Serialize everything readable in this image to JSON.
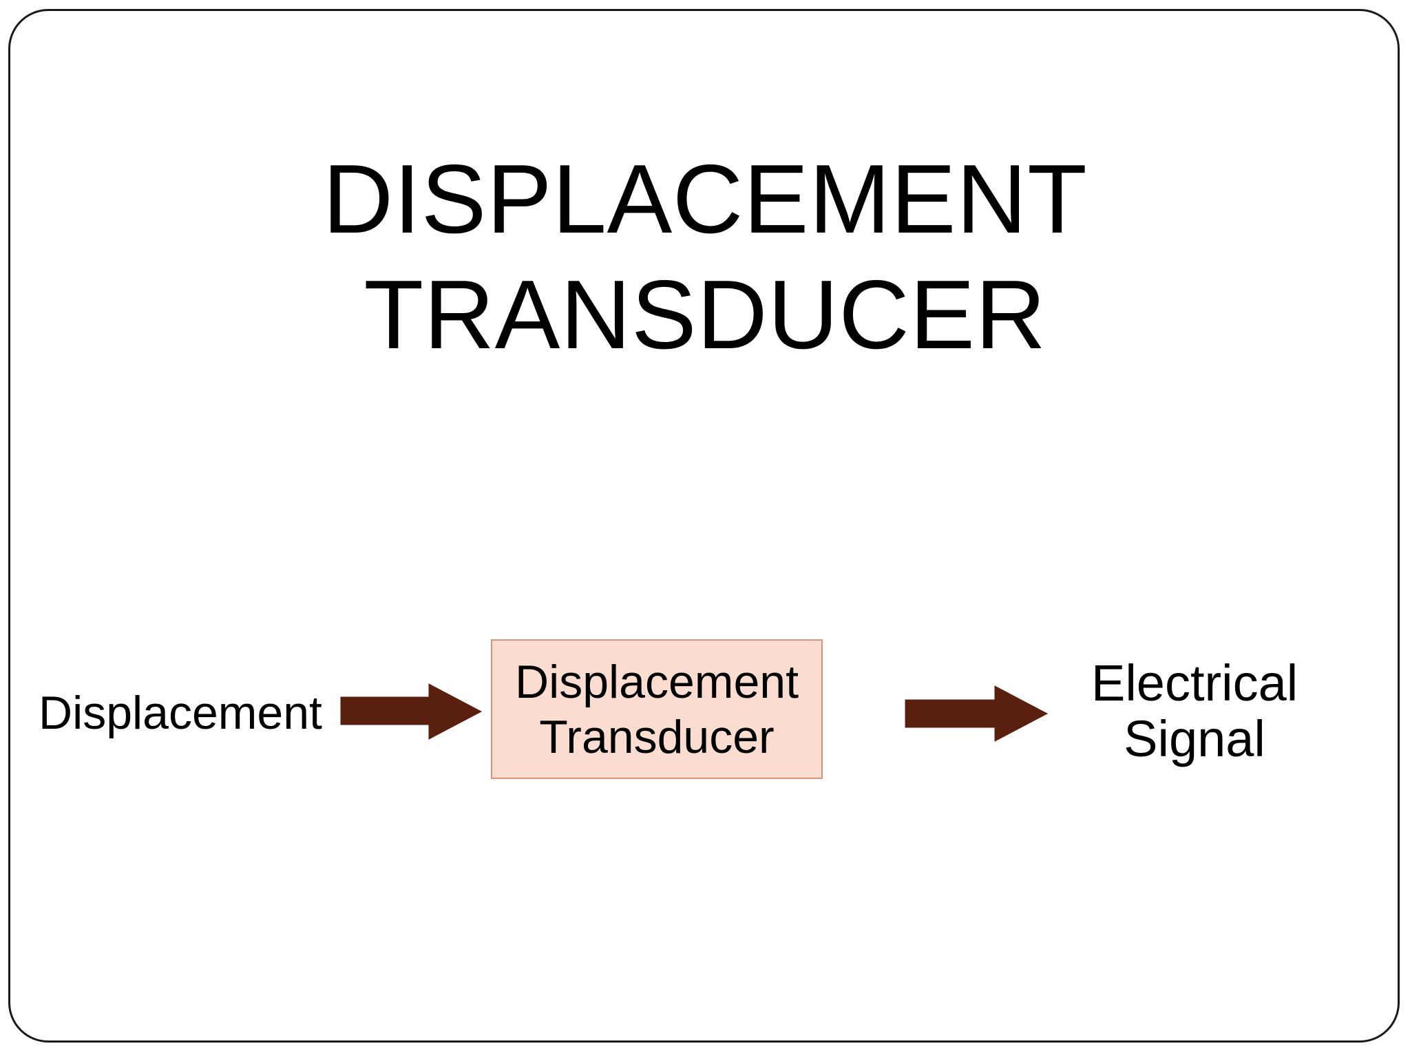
{
  "slide": {
    "title": "DISPLACEMENT\nTRANSDUCER",
    "frame_border_color": "#1a1a1a",
    "background_color": "#ffffff"
  },
  "diagram": {
    "type": "block-flow",
    "input_label": "Displacement",
    "process_box": {
      "label": "Displacement\nTransducer",
      "fill_color": "#fadcd0",
      "border_color": "#d9937c"
    },
    "output_label": "Electrical\nSignal",
    "arrows": [
      {
        "name": "arrow-input-to-box",
        "direction": "right",
        "color": "#59200f"
      },
      {
        "name": "arrow-box-to-output",
        "direction": "right",
        "color": "#59200f"
      }
    ]
  }
}
